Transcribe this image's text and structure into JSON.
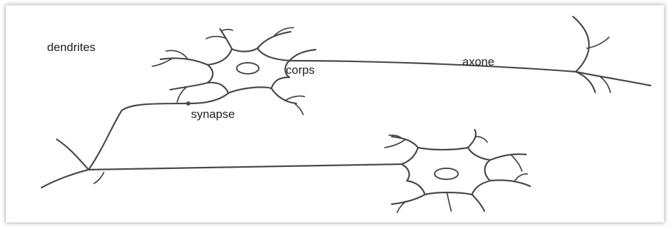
{
  "labels": {
    "dendrites": "dendrites",
    "corps": "corps",
    "axone": "axone",
    "synapse": "synapse"
  },
  "colors": {
    "stroke": "#474747",
    "text": "#1f1f1f",
    "background": "#ffffff"
  }
}
